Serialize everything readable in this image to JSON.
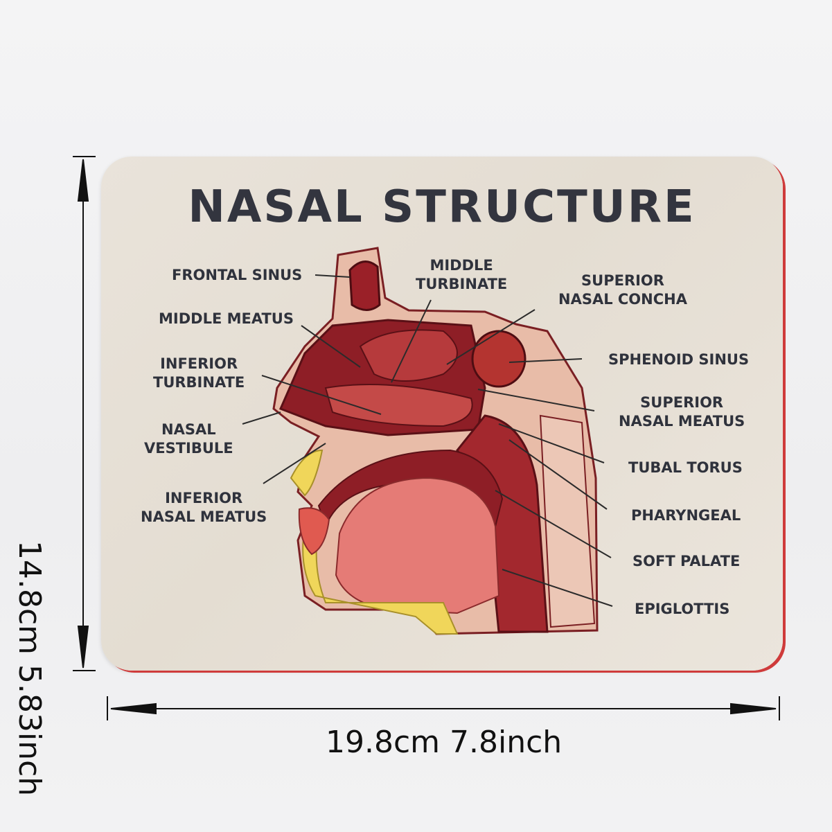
{
  "title": "NASAL STRUCTURE",
  "labels": {
    "frontal_sinus": "FRONTAL SINUS",
    "middle_meatus": "MIDDLE MEATUS",
    "inferior_turbinate": "INFERIOR\nTURBINATE",
    "nasal_vestibule": "NASAL\nVESTIBULE",
    "inferior_nasal_meatus": "INFERIOR\nNASAL MEATUS",
    "middle_turbinate": "MIDDLE\nTURBINATE",
    "superior_nasal_concha": "SUPERIOR\nNASAL CONCHA",
    "sphenoid_sinus": "SPHENOID SINUS",
    "superior_nasal_meatus": "SUPERIOR\nNASAL MEATUS",
    "tubal_torus": "TUBAL TORUS",
    "pharyngeal": "PHARYNGEAL",
    "soft_palate": "SOFT PALATE",
    "epiglottis": "EPIGLOTTIS"
  },
  "dimensions": {
    "height": "14.8cm 5.83inch",
    "width": "19.8cm 7.8inch"
  },
  "colors": {
    "muscle": "#a3282e",
    "tissue": "#e6b9a6",
    "tongue": "#e57b76",
    "fat": "#f0d65a"
  }
}
